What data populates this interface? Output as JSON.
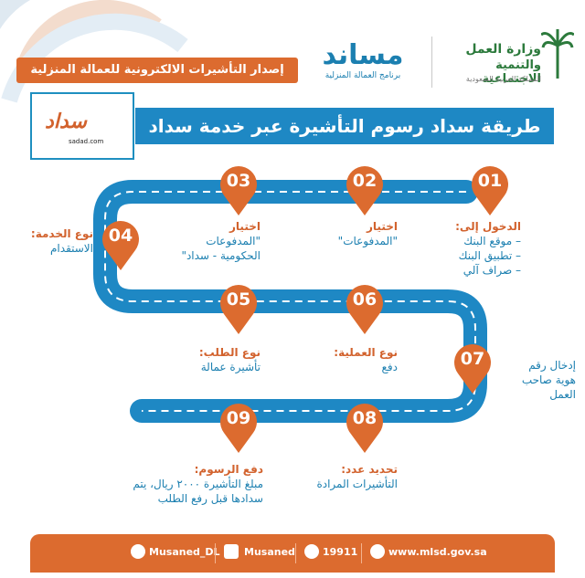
{
  "header": {
    "banner": "إصدار التأشيرات الالكترونية للعمالة المنزلية",
    "musaned_word": "مساند",
    "musaned_sub": "برنامج العمالة المنزلية",
    "ministry_line1": "وزارة العمل",
    "ministry_line2": "والتنمية الاجتماعية",
    "ministry_line3": "المملكة العربية السعودية"
  },
  "sadad": {
    "word": "سداد",
    "sub": "sadad.com"
  },
  "title": "طريقة سداد رسوم التأشيرة عبر خدمة سداد",
  "steps": [
    {
      "num": "01",
      "heading": "الدخول إلى:",
      "lines": [
        "– موقع البنك",
        "– تطبيق البنك",
        "– صراف آلي"
      ]
    },
    {
      "num": "02",
      "heading": "اختيار",
      "lines": [
        "\"المدفوعات\""
      ]
    },
    {
      "num": "03",
      "heading": "اختيار",
      "lines": [
        "\"المدفوعات",
        "الحكومية - سداد\""
      ]
    },
    {
      "num": "04",
      "heading": "نوع الخدمة:",
      "lines": [
        "الاستقدام"
      ]
    },
    {
      "num": "05",
      "heading": "نوع الطلب:",
      "lines": [
        "تأشيرة عمالة"
      ]
    },
    {
      "num": "06",
      "heading": "نوع العملية:",
      "lines": [
        "دفع"
      ]
    },
    {
      "num": "07",
      "heading": "",
      "lines": [
        "إدخال رقم",
        "هوية صاحب",
        "العمل"
      ]
    },
    {
      "num": "08",
      "heading": "تحديد عدد:",
      "lines": [
        "التأشيرات المرادة"
      ]
    },
    {
      "num": "09",
      "heading": "دفع الرسوم:",
      "lines": [
        "مبلغ التأشيرة ٢٠٠٠ ريال، يتم",
        "سدادها قبل رفع الطلب"
      ]
    }
  ],
  "footer": {
    "twitter": "Musaned_DL",
    "app": "Musaned",
    "phone": "19911",
    "website": "www.mlsd.gov.sa"
  },
  "colors": {
    "orange": "#dc6b2f",
    "blue": "#1e88c4",
    "road": "#1e88c4",
    "green": "#2c7a3c"
  },
  "icons": [
    "twitter-icon",
    "musaned-app-icon",
    "phone-icon",
    "globe-icon",
    "palm-tree-icon",
    "location-pin-icon"
  ]
}
